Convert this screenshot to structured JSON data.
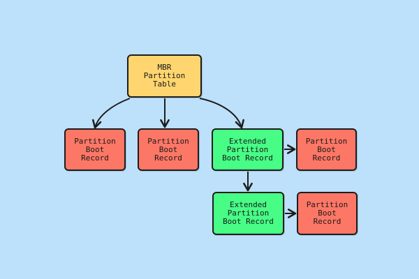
{
  "diagram": {
    "colors": {
      "background": "#bde0fb",
      "root": "#fed56e",
      "partition_boot_record": "#fd7766",
      "extended_partition": "#47fd86",
      "stroke": "#1d1d1d"
    },
    "nodes": {
      "mbr": "MBR\nPartition\nTable",
      "pbr1": "Partition\nBoot\nRecord",
      "pbr2": "Partition\nBoot\nRecord",
      "ext1": "Extended\nPartition\nBoot Record",
      "pbr3": "Partition\nBoot\nRecord",
      "ext2": "Extended\nPartition\nBoot Record",
      "pbr4": "Partition\nBoot\nRecord"
    },
    "edges": [
      [
        "mbr",
        "pbr1"
      ],
      [
        "mbr",
        "pbr2"
      ],
      [
        "mbr",
        "ext1"
      ],
      [
        "ext1",
        "pbr3"
      ],
      [
        "ext1",
        "ext2"
      ],
      [
        "ext2",
        "pbr4"
      ]
    ]
  }
}
